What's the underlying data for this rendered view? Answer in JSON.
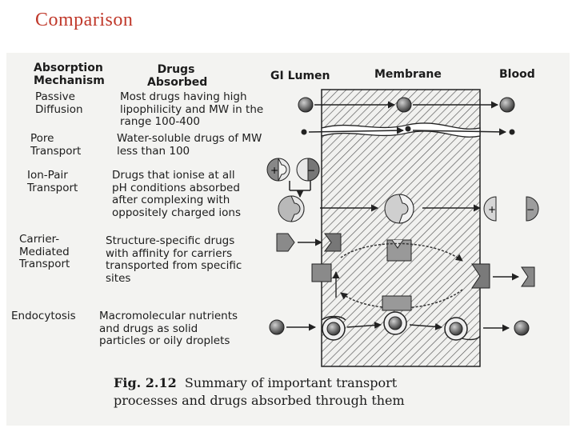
{
  "slide": {
    "title": "Comparison"
  },
  "figure": {
    "column_headers": {
      "mechanism": "Absorption\nMechanism",
      "drugs": "Drugs\nAbsorbed",
      "lumen": "GI Lumen",
      "membrane": "Membrane",
      "blood": "Blood"
    },
    "rows": [
      {
        "mechanism": "Passive\nDiffusion",
        "drugs": "Most drugs having high\nlipophilicity and MW  in the\nrange 100-400"
      },
      {
        "mechanism": "Pore\nTransport",
        "drugs": "Water-soluble drugs of MW\nless than 100"
      },
      {
        "mechanism": "Ion-Pair\nTransport",
        "drugs": "Drugs that ionise at all\npH conditions absorbed\nafter complexing with\noppositely charged ions"
      },
      {
        "mechanism": "Carrier-\nMediated\nTransport",
        "drugs": "Structure-specific drugs\nwith affinity for carriers\ntransported from specific\nsites"
      },
      {
        "mechanism": "Endocytosis",
        "drugs": "Macromolecular nutrients\nand drugs as solid\nparticles or oily droplets"
      }
    ],
    "caption_label": "Fig. 2.12",
    "caption_text": "Summary of important transport\nprocesses and drugs absorbed through them",
    "ion_symbols": {
      "plus": "+",
      "minus": "−"
    }
  }
}
